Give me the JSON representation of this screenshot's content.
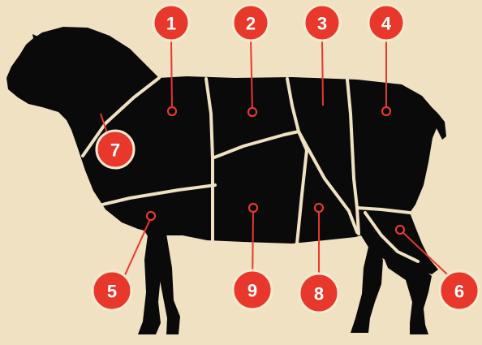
{
  "colors": {
    "background": "#efe1c1",
    "silhouette": "#0a0a0a",
    "cut_lines": "#efe1c1",
    "marker": "#e8382b",
    "marker_text": "#ffffff"
  },
  "markers": [
    {
      "id": "1",
      "label": "1"
    },
    {
      "id": "2",
      "label": "2"
    },
    {
      "id": "3",
      "label": "3"
    },
    {
      "id": "4",
      "label": "4"
    },
    {
      "id": "5",
      "label": "5"
    },
    {
      "id": "6",
      "label": "6"
    },
    {
      "id": "7",
      "label": "7"
    },
    {
      "id": "8",
      "label": "8"
    },
    {
      "id": "9",
      "label": "9"
    }
  ]
}
